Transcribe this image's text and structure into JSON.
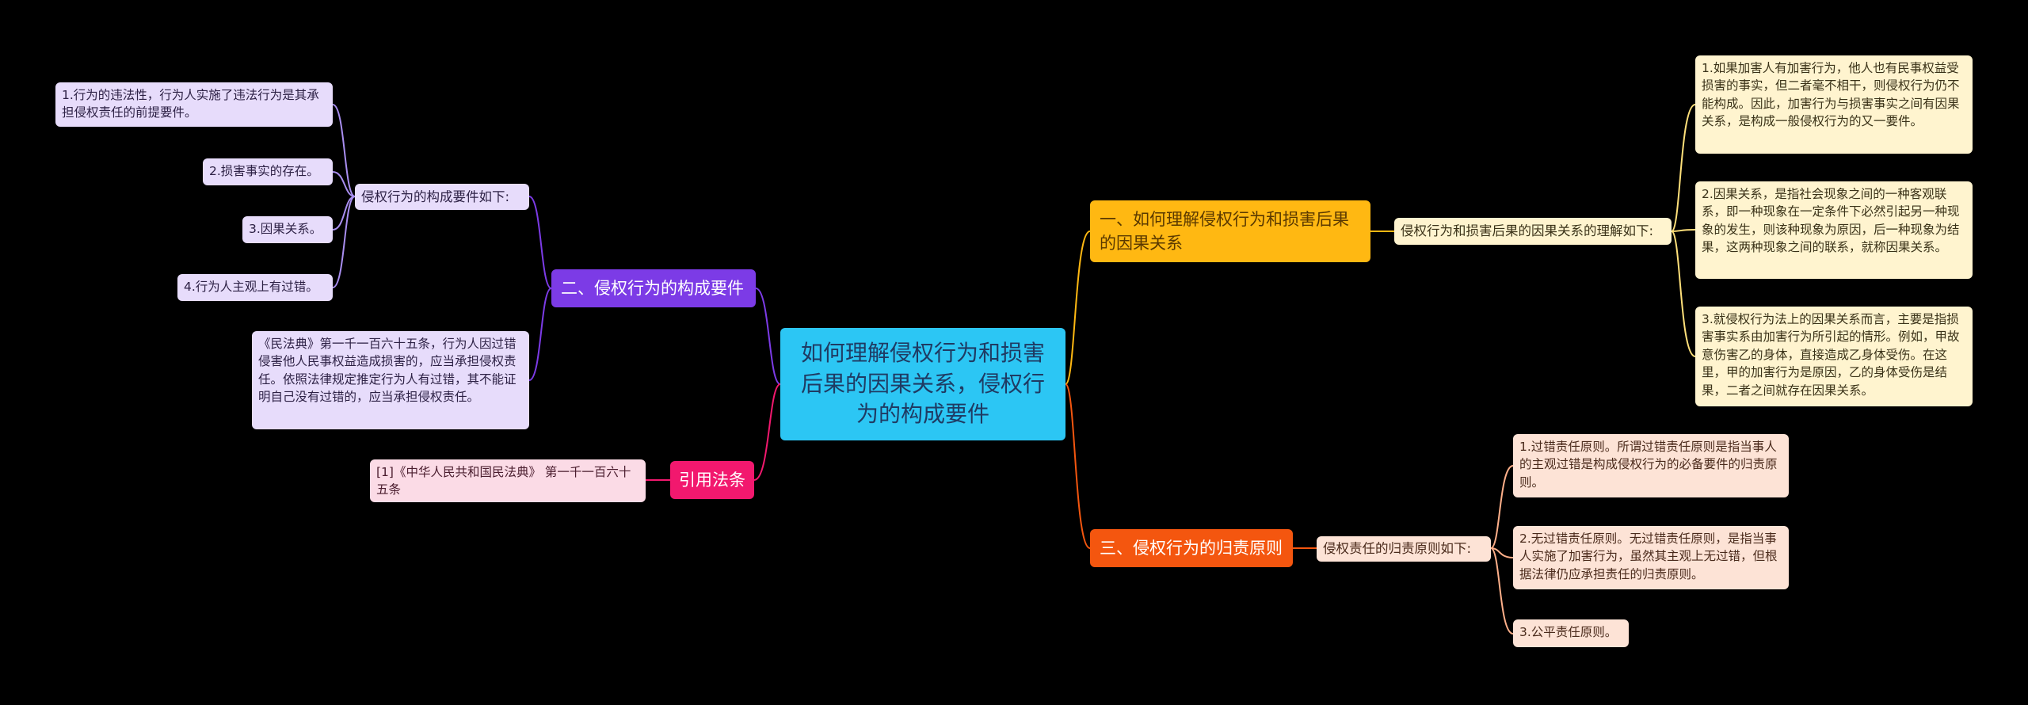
{
  "colors": {
    "background": "#000000",
    "root": "#2cc6f4",
    "branch_cause": "#ffb812",
    "branch_elements": "#7c3be6",
    "branch_principles": "#f4560f",
    "branch_law": "#f2186e"
  },
  "root": {
    "text": "如何理解侵权行为和损害后果的因果关系，侵权行为的构成要件"
  },
  "branch_cause": {
    "title": "一、如何理解侵权行为和损害后果的因果关系",
    "intro": "侵权行为和损害后果的因果关系的理解如下:",
    "items": [
      "1.如果加害人有加害行为，他人也有民事权益受损害的事实，但二者毫不相干，则侵权行为仍不能构成。因此，加害行为与损害事实之间有因果关系，是构成一般侵权行为的又一要件。",
      "2.因果关系，是指社会现象之间的一种客观联系，即一种现象在一定条件下必然引起另一种现象的发生，则该种现象为原因，后一种现象为结果，这两种现象之间的联系，就称因果关系。",
      "3.就侵权行为法上的因果关系而言，主要是指损害事实系由加害行为所引起的情形。例如，甲故意伤害乙的身体，直接造成乙身体受伤。在这里，甲的加害行为是原因，乙的身体受伤是结果，二者之间就存在因果关系。"
    ]
  },
  "branch_elements": {
    "title": "二、侵权行为的构成要件",
    "intro": "侵权行为的构成要件如下:",
    "items": [
      "1.行为的违法性，行为人实施了违法行为是其承担侵权责任的前提要件。",
      "2.损害事实的存在。",
      "3.因果关系。",
      "4.行为人主观上有过错。"
    ],
    "note": "《民法典》第一千一百六十五条，行为人因过错侵害他人民事权益造成损害的，应当承担侵权责任。依照法律规定推定行为人有过错，其不能证明自己没有过错的，应当承担侵权责任。"
  },
  "branch_principles": {
    "title": "三、侵权行为的归责原则",
    "intro": "侵权责任的归责原则如下:",
    "items": [
      "1.过错责任原则。所谓过错责任原则是指当事人的主观过错是构成侵权行为的必备要件的归责原则。",
      "2.无过错责任原则。无过错责任原则，是指当事人实施了加害行为，虽然其主观上无过错，但根据法律仍应承担责任的归责原则。",
      "3.公平责任原则。"
    ]
  },
  "branch_law": {
    "title": "引用法条",
    "items": [
      "[1]《中华人民共和国民法典》 第一千一百六十五条"
    ]
  }
}
